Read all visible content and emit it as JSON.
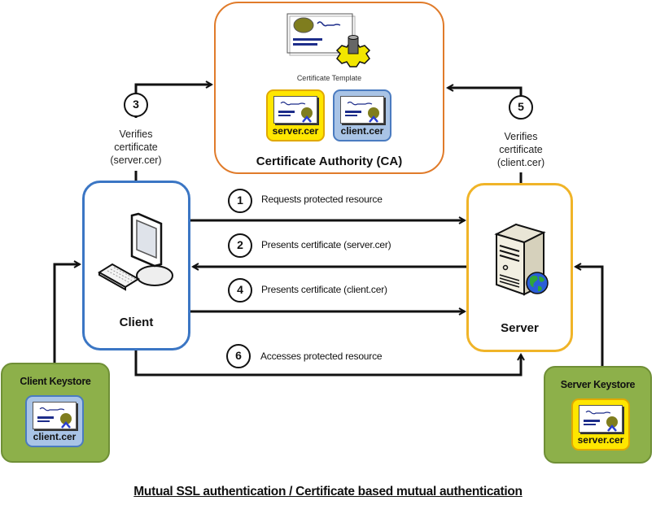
{
  "caption": "Mutual SSL authentication / Certificate based mutual authentication",
  "ca": {
    "title": "Certificate Authority (CA)",
    "template_label": "Certificate Template",
    "template_icon": "certificate-template-icon",
    "certs": [
      {
        "label": "server.cer",
        "color": "#ffe600"
      },
      {
        "label": "client.cer",
        "color": "#a9c4e6"
      }
    ]
  },
  "client": {
    "label": "Client",
    "icon": "computer-icon",
    "border_color": "#3b76c4"
  },
  "server": {
    "label": "Server",
    "icon": "server-icon",
    "border_color": "#f0b428"
  },
  "client_keystore": {
    "title": "Client Keystore",
    "cert_label": "client.cer"
  },
  "server_keystore": {
    "title": "Server Keystore",
    "cert_label": "server.cer"
  },
  "steps": [
    {
      "num": "1",
      "text": "Requests protected resource",
      "direction": "client-to-server"
    },
    {
      "num": "2",
      "text": "Presents certificate (server.cer)",
      "direction": "server-to-client"
    },
    {
      "num": "3",
      "text": "Verifies certificate (server.cer)",
      "direction": "client-to-ca"
    },
    {
      "num": "4",
      "text": "Presents certificate (client.cer)",
      "direction": "client-to-server"
    },
    {
      "num": "5",
      "text": "Verifies certificate (client.cer)",
      "direction": "server-to-ca"
    },
    {
      "num": "6",
      "text": "Accesses protected resource",
      "direction": "client-to-server"
    }
  ],
  "verify_left": {
    "line1": "Verifies",
    "line2": "certificate",
    "line3": "(server.cer)"
  },
  "verify_right": {
    "line1": "Verifies",
    "line2": "certificate",
    "line3": "(client.cer)"
  },
  "colors": {
    "ca_border": "#e07b2a",
    "keystore_fill": "#8db04a",
    "arrow": "#111111"
  }
}
